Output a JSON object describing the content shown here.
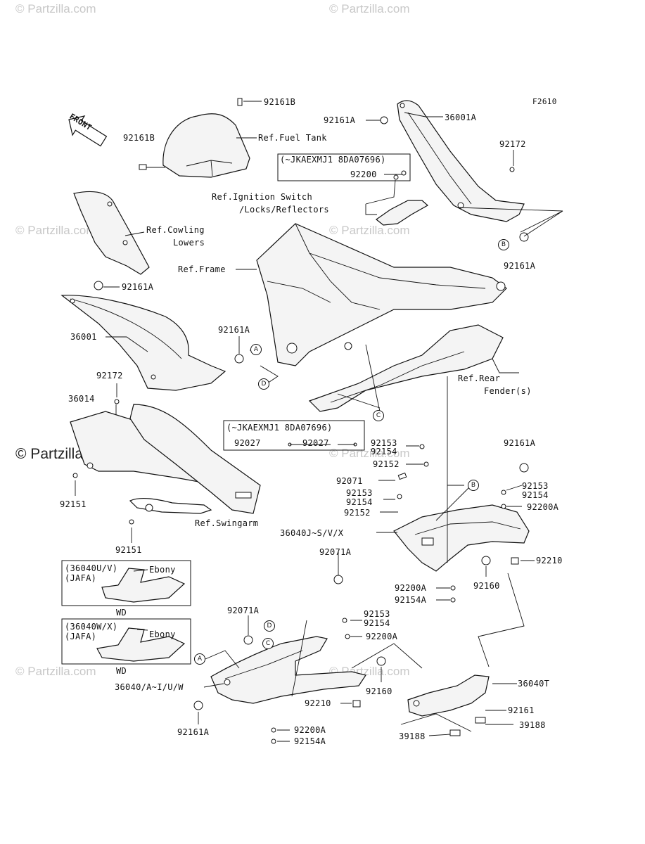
{
  "diagram_code": "F2610",
  "watermark": {
    "text": "© Partzilla.com",
    "main_text": "© Partzilla.com"
  },
  "front_label": "FRONT",
  "part_labels": {
    "p92161B_top": "92161B",
    "p92161B_left": "92161B",
    "ref_fuel_tank": "Ref.Fuel Tank",
    "p92161A_top": "92161A",
    "p36001A": "36001A",
    "vin_box_1": "(~JKAEXMJ1 8DA07696)",
    "p92200_box": "92200",
    "p92172_right": "92172",
    "ref_ignition_1": "Ref.Ignition Switch",
    "ref_ignition_2": "/Locks/Reflectors",
    "ref_cowling_1": "Ref.Cowling",
    "ref_cowling_2": "Lowers",
    "ref_frame": "Ref.Frame",
    "p92161A_right": "92161A",
    "p92161A_left": "92161A",
    "p36001": "36001",
    "p92161A_mid": "92161A",
    "p92172_left": "92172",
    "p36014": "36014",
    "ref_rear_fender_1": "Ref.Rear",
    "ref_rear_fender_2": "Fender(s)",
    "vin_box_2": "(~JKAEXMJ1 8DA07696)",
    "p92027_a": "92027",
    "p92027_b": "92027",
    "p92153_a": "92153",
    "p92154_a": "92154",
    "p92152_a": "92152",
    "p92161A_far_right": "92161A",
    "p92151_a": "92151",
    "p92151_b": "92151",
    "p92071": "92071",
    "p92153_b": "92153",
    "p92154_b": "92154",
    "p92152_b": "92152",
    "p92153_c": "92153",
    "p92154_c": "92154",
    "p92200A_a": "92200A",
    "ref_swingarm": "Ref.Swingarm",
    "p36040J": "36040J~S/V/X",
    "p92071A_a": "92071A",
    "p92210_a": "92210",
    "inset1_line1": "(36040U/V)",
    "inset1_line2": "(JAFA)",
    "inset1_color": "Ebony",
    "inset1_wd": "WD",
    "p92160_a": "92160",
    "p92200A_b": "92200A",
    "p92154A_a": "92154A",
    "inset2_line1": "(36040W/X)",
    "inset2_line2": "(JAFA)",
    "inset2_color": "Ebony",
    "inset2_wd": "WD",
    "p92071A_b": "92071A",
    "p92153_d": "92153",
    "p92154_d": "92154",
    "p92200A_c": "92200A",
    "p36040A": "36040/A~I/U/W",
    "p92160_b": "92160",
    "p36040T": "36040T",
    "p92210_b": "92210",
    "p92161": "92161",
    "p39188_a": "39188",
    "p39188_b": "39188",
    "p92161A_bottom": "92161A",
    "p92200A_d": "92200A",
    "p92154A_b": "92154A"
  },
  "callouts": {
    "A": "A",
    "B": "B",
    "C": "C",
    "D": "D"
  }
}
